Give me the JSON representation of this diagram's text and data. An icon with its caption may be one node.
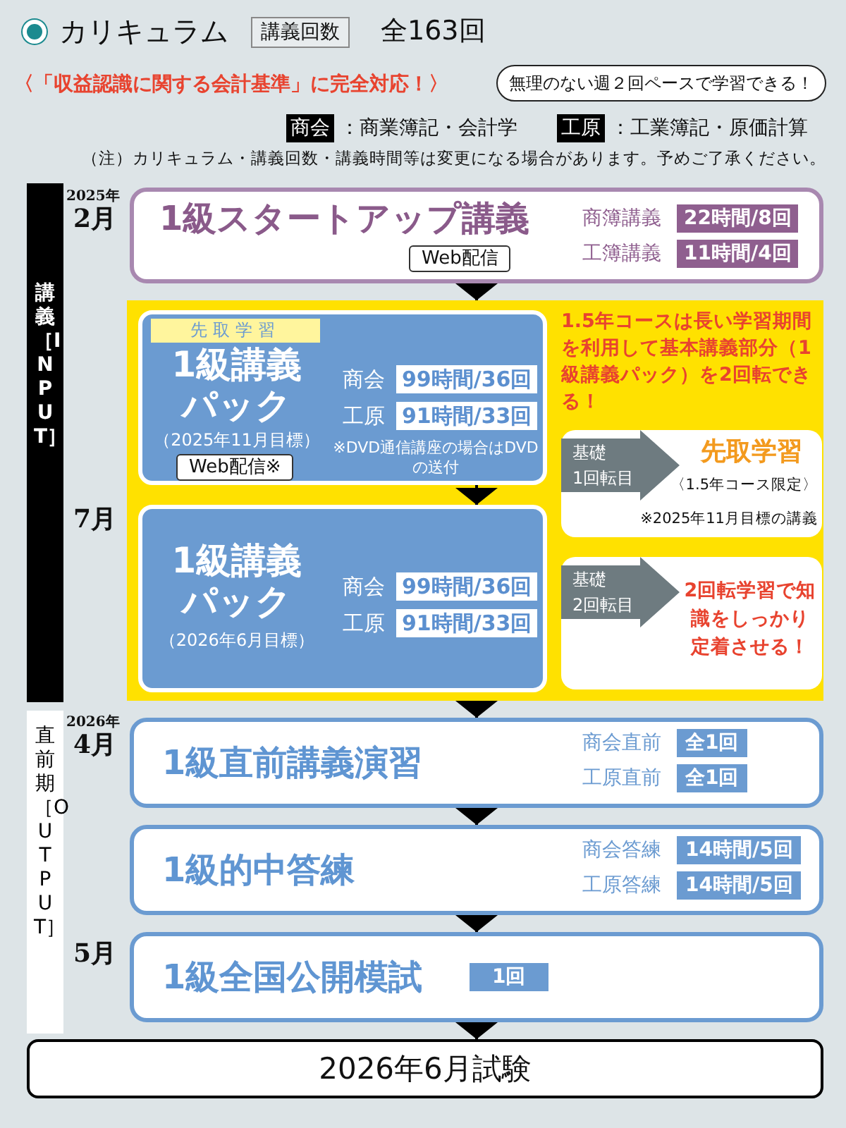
{
  "diagram": {
    "nodes": [
      {
        "text": [
          "無理のない週２回ペースで学習できる！"
        ]
      },
      {
        "text": [
          "講義［INPUT］"
        ]
      },
      {
        "text": [
          "1級スタートアップ講義",
          "Web配信",
          "商簿講義",
          "22時間/8回",
          "工簿講義",
          "11時間/4回"
        ]
      },
      {
        "text": [
          "1.5年コースは長い学習期間を利用して基本講義部分（1級講義パック）を2回転できる！"
        ]
      },
      {
        "text": [
          "先取学習",
          "1級講義パック",
          "（2025年11月目標）",
          "Web配信※",
          "商会",
          "99時間/36回",
          "工原",
          "91時間/33回",
          "※DVD通信講座の場合はDVDの送付"
        ],
        "in": 3
      },
      {
        "text": [
          "1級講義パック",
          "（2026年6月目標）",
          "商会",
          "99時間/36回",
          "工原",
          "91時間/33回"
        ],
        "in": 3
      },
      {
        "text": [
          "基礎",
          "1回転目",
          "先取学習",
          "〈1.5年コース限定〉",
          "※2025年11月目標の講義"
        ],
        "in": 3
      },
      {
        "text": [
          "基礎",
          "2回転目",
          "2回転学習で知識をしっかり定着させる！"
        ],
        "in": 3
      },
      {
        "text": [
          "1級直前講義演習",
          "商会直前",
          "全1回",
          "工原直前",
          "全1回"
        ]
      },
      {
        "text": [
          "1級的中答練",
          "商会答練",
          "14時間/5回",
          "工原答練",
          "14時間/5回"
        ]
      },
      {
        "text": [
          "1級全国公開模試",
          "1回"
        ]
      },
      {
        "text": [
          "2026年6月試験"
        ]
      },
      {
        "text": [
          "直前期［OUTPUT］"
        ]
      }
    ],
    "edges": [
      {
        "from": 2,
        "to": 3,
        "arrow": "to"
      },
      {
        "from": 4,
        "to": 5,
        "arrow": "to"
      },
      {
        "from": 3,
        "to": 8,
        "arrow": "to"
      },
      {
        "from": 8,
        "to": 9,
        "arrow": "to"
      },
      {
        "from": 9,
        "to": 10,
        "arrow": "to"
      },
      {
        "from": 10,
        "to": 11,
        "arrow": "to"
      }
    ],
    "labels": [
      "カリキュラム",
      "講義回数",
      "全163回",
      "〈「収益認識に関する会計基準」に完全対応！〉",
      "商会",
      "：商業簿記・会計学",
      "工原",
      "：工業簿記・原価計算",
      "（注）カリキュラム・講義回数・講義時間等は変更になる場合があります。予めご了承ください。",
      "2025年",
      "2月",
      "7月",
      "2026年",
      "4月",
      "5月"
    ]
  }
}
